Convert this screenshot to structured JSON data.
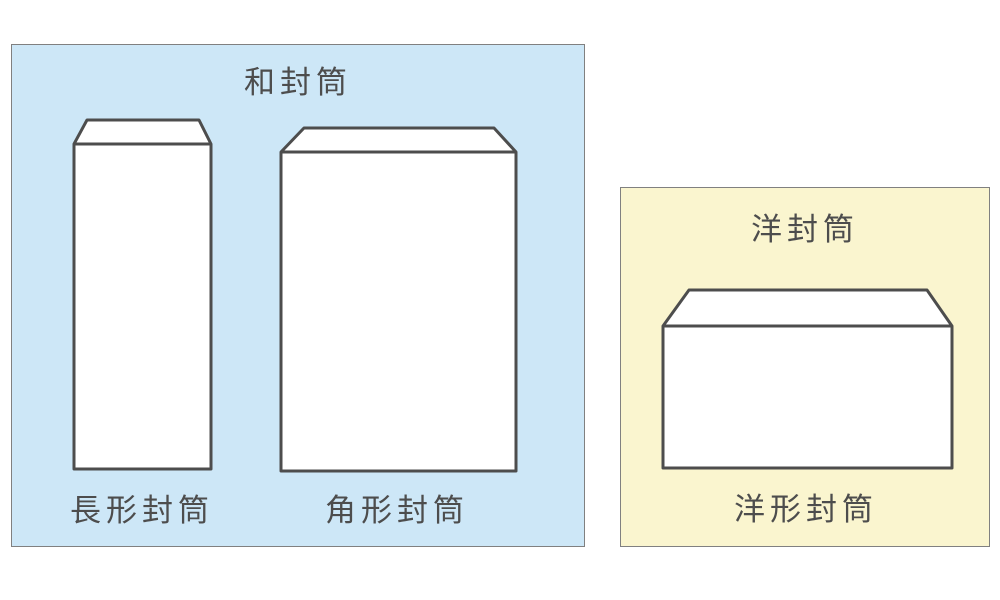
{
  "japanese_envelopes": {
    "title": "和封筒",
    "long_label": "長形封筒",
    "square_label": "角形封筒"
  },
  "western_envelopes": {
    "title": "洋封筒",
    "western_label": "洋形封筒"
  },
  "colors": {
    "japanese_panel": "#cde7f7",
    "western_panel": "#faf5cf",
    "outline": "#4d4d4d",
    "envelope_fill": "#ffffff"
  }
}
